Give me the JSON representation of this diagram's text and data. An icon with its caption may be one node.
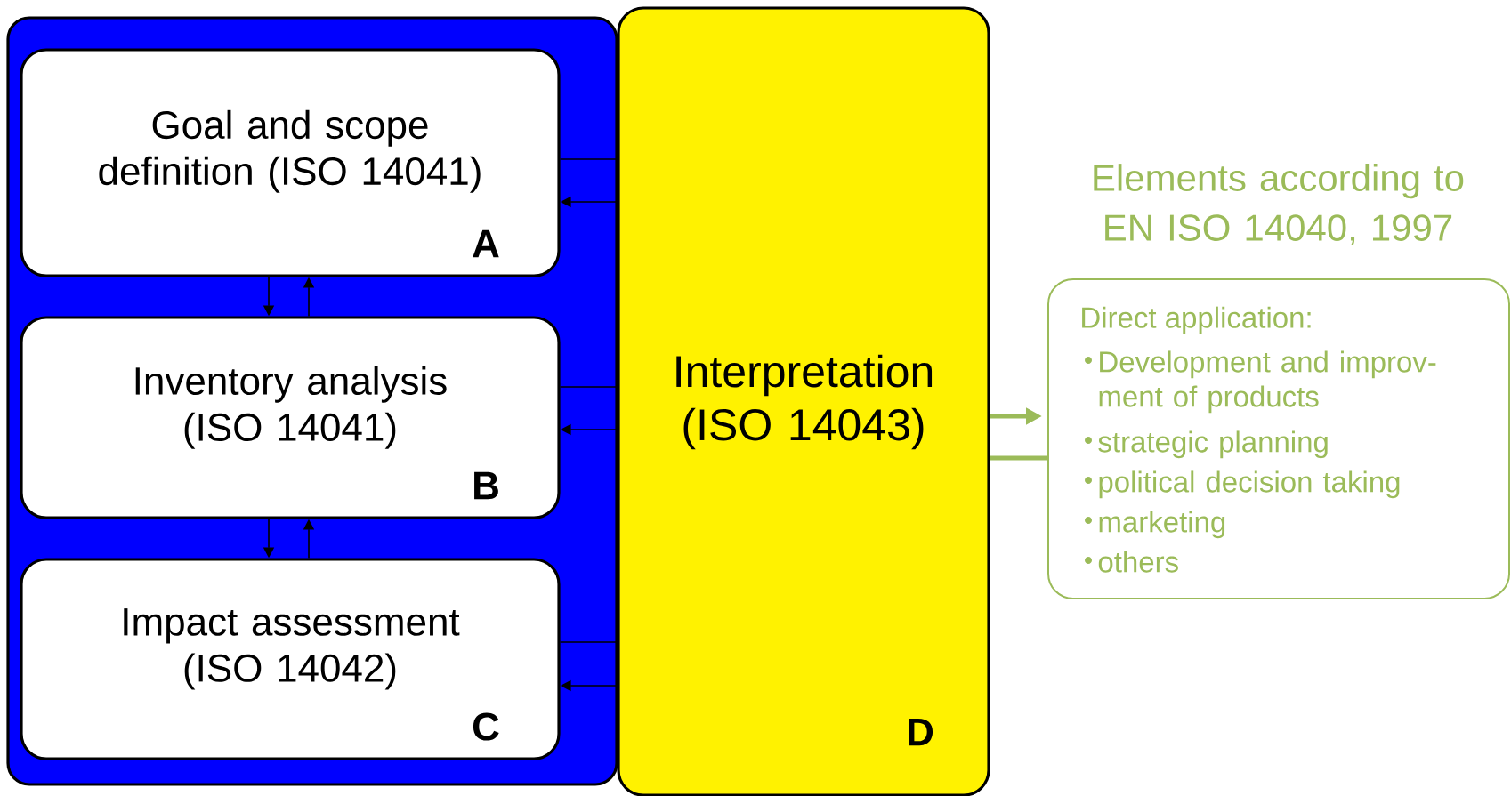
{
  "diagram": {
    "title": "Elements according to EN ISO 14040, 1997",
    "nodes": [
      {
        "text": [],
        "shape": "box"
      },
      {
        "text": [
          "Goal and scope definition (ISO 14041)",
          "A"
        ],
        "in": 0
      },
      {
        "text": [
          "Inventory analysis (ISO 14041)",
          "B"
        ],
        "in": 0
      },
      {
        "text": [
          "Impact assessment (ISO 14042)",
          "C"
        ],
        "in": 0
      },
      {
        "text": [
          "Interpretation (ISO 14043)",
          "D"
        ]
      },
      {
        "text": [
          "Direct application:",
          "Development and improv- ment of products",
          "strategic planning",
          "political decision taking",
          "marketing",
          "others"
        ]
      }
    ],
    "edges": [
      {
        "from": 1,
        "to": 2,
        "arrow": "to"
      },
      {
        "from": 2,
        "to": 1,
        "arrow": "to"
      },
      {
        "from": 2,
        "to": 3,
        "arrow": "to"
      },
      {
        "from": 3,
        "to": 2,
        "arrow": "to"
      },
      {
        "from": 1,
        "to": 4,
        "arrow": "none"
      },
      {
        "from": 4,
        "to": 1,
        "arrow": "to"
      },
      {
        "from": 2,
        "to": 4,
        "arrow": "none"
      },
      {
        "from": 4,
        "to": 2,
        "arrow": "to"
      },
      {
        "from": 3,
        "to": 4,
        "arrow": "none"
      },
      {
        "from": 4,
        "to": 3,
        "arrow": "to"
      },
      {
        "from": 4,
        "to": 5,
        "arrow": "to",
        "style": "thick",
        "color": "#9bbb59"
      },
      {
        "from": 4,
        "to": 5,
        "arrow": "none",
        "style": "thick",
        "color": "#9bbb59"
      }
    ]
  }
}
